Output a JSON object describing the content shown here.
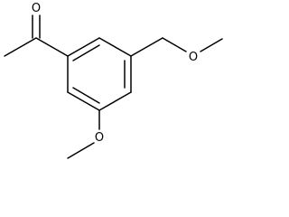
{
  "structure": {
    "atoms": {
      "ketone_oxygen": "O",
      "methoxymethyl_oxygen": "O",
      "ring_methoxy_oxygen": "O"
    },
    "colors": {
      "bond": "#000000",
      "label": "#000000",
      "background": "#ffffff"
    }
  }
}
